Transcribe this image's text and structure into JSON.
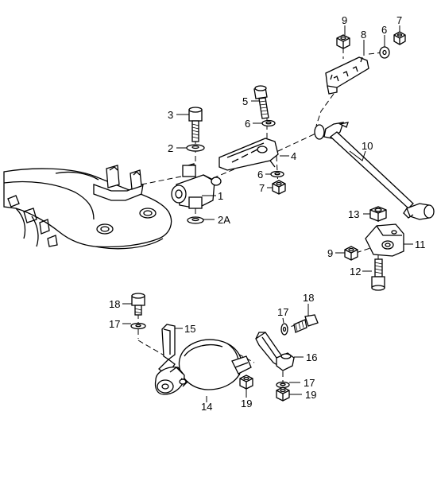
{
  "callouts": {
    "c1": "1",
    "c2": "2",
    "c2a": "2A",
    "c3": "3",
    "c4": "4",
    "c5": "5",
    "c6_top": "6",
    "c6_a": "6",
    "c6_b": "6",
    "c7_top": "7",
    "c7_a": "7",
    "c8": "8",
    "c9_top": "9",
    "c9_b": "9",
    "c10": "10",
    "c11": "11",
    "c12": "12",
    "c13": "13",
    "c14": "14",
    "c15": "15",
    "c16": "16",
    "c17_a": "17",
    "c17_b": "17",
    "c17_c": "17",
    "c18_a": "18",
    "c18_b": "18",
    "c19_a": "19",
    "c19_b": "19"
  }
}
